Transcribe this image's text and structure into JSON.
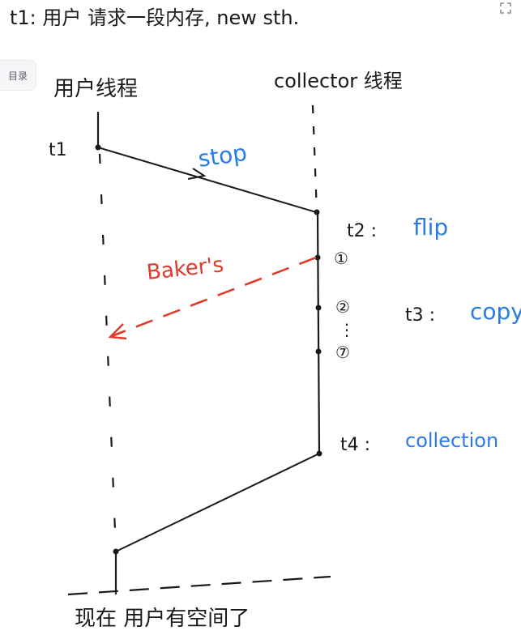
{
  "header": {
    "title": "t1: 用户 请求一段内存, new sth."
  },
  "toc": {
    "label": "目录"
  },
  "top_right": {
    "icon": "expand-icon"
  },
  "diagram": {
    "user_thread_label": "用户线程",
    "collector_thread_label": "collector 线程",
    "t1_label": "t1",
    "t2_label": "t2 :",
    "t3_label": "t3 :",
    "t4_label": "t4 :",
    "stop_label": "stop",
    "flip_label": "flip",
    "copy_label": "copy",
    "collection_label": "collection",
    "bakers_label": "Baker's",
    "step_1": "①",
    "step_2": "②",
    "step_7": "⑦",
    "dots": "⋮",
    "footer_label": "现在 用户有空间了",
    "colors": {
      "ink": "#1a1a1a",
      "blue": "#2a7be4",
      "red": "#e03a2a"
    }
  }
}
